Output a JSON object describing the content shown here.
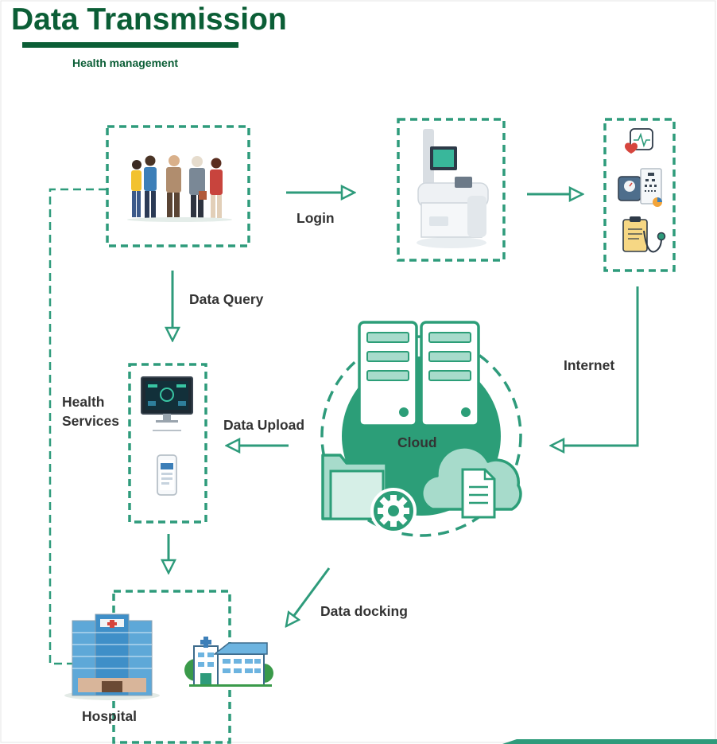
{
  "header": {
    "title": "Data Transmission",
    "subtitle": "Health management"
  },
  "labels": {
    "login": "Login",
    "data_query": "Data Query",
    "internet": "Internet",
    "health_services_line1": "Health",
    "health_services_line2": "Services",
    "data_upload": "Data Upload",
    "cloud": "Cloud",
    "data_docking": "Data docking",
    "hospital": "Hospital"
  },
  "colors": {
    "accent": "#2e9b7b",
    "title": "#0b5e36",
    "cloud_circle": "#2c9e78",
    "server_light": "#a7dbcb",
    "label_text": "#333333"
  },
  "icons": [
    "people-icon",
    "health-kiosk-icon",
    "heart-monitor-icon",
    "scale-icon",
    "eye-chart-icon",
    "clipboard-stethoscope-icon",
    "server-icon",
    "folder-icon",
    "gear-icon",
    "document-cloud-icon",
    "monitor-icon",
    "phone-icon",
    "hospital-building-icon",
    "clinic-building-icon"
  ]
}
